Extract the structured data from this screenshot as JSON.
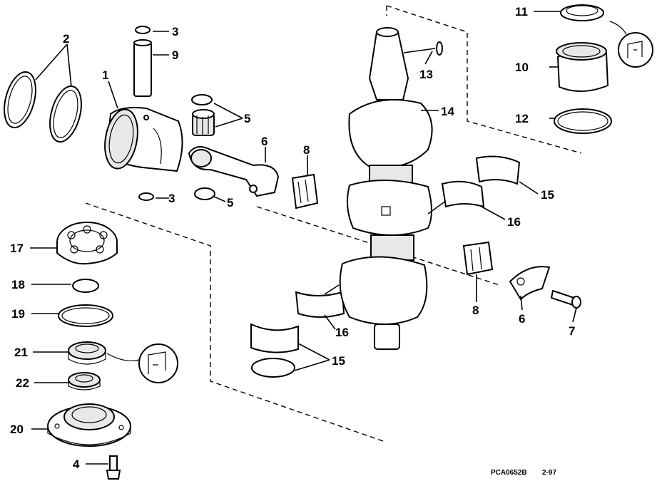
{
  "diagram": {
    "callouts": {
      "c1": "1",
      "c2": "2",
      "c3a": "3",
      "c3b": "3",
      "c4": "4",
      "c5a": "5",
      "c5b": "5",
      "c6a": "6",
      "c6b": "6",
      "c7": "7",
      "c8a": "8",
      "c8b": "8",
      "c9": "9",
      "c10": "10",
      "c11": "11",
      "c12": "12",
      "c13": "13",
      "c14": "14",
      "c15a": "15",
      "c15b": "15",
      "c16a": "16",
      "c16b": "16",
      "c17": "17",
      "c18": "18",
      "c19": "19",
      "c20": "20",
      "c21": "21",
      "c22": "22"
    },
    "figure_code": "PCA0652B",
    "figure_date": "2-97"
  }
}
